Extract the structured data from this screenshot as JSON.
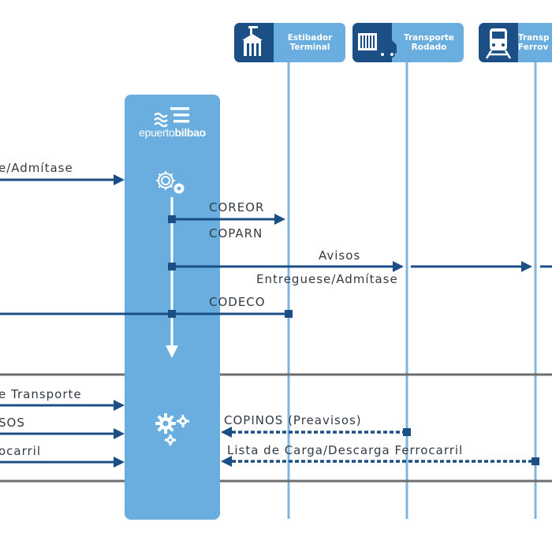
{
  "actors": [
    {
      "id": "estibador",
      "line1": "Estibador",
      "line2": "Terminal",
      "icon": "port-building-icon"
    },
    {
      "id": "transporte-rodado",
      "line1": "Transporte",
      "line2": "Rodado",
      "icon": "truck-icon"
    },
    {
      "id": "transporte-ferroviario",
      "line1": "Transp",
      "line2": "Ferrov",
      "icon": "train-icon"
    }
  ],
  "hub": {
    "logo_prefix": "epuerto",
    "logo_suffix": "bilbao"
  },
  "messages": {
    "left_top": "e/Admítase",
    "coreor": "COREOR",
    "coparn": "COPARN",
    "avisos": "Avisos",
    "entreguese": "Entreguese/Admítase",
    "codeco": "CODECO",
    "left_transporte": "e Transporte",
    "left_sos": "SOS",
    "left_ferrocarril": "ocarril",
    "copinos": "COPINOS (Preavisos)",
    "lista_carga": "Lista de Carga/Descarga Ferrocarril"
  },
  "colors": {
    "dark_blue": "#1b4f86",
    "light_blue": "#6aaee0",
    "lifeline": "#7fb6e0",
    "separator": "#6e6e6e",
    "text": "#333b44"
  }
}
